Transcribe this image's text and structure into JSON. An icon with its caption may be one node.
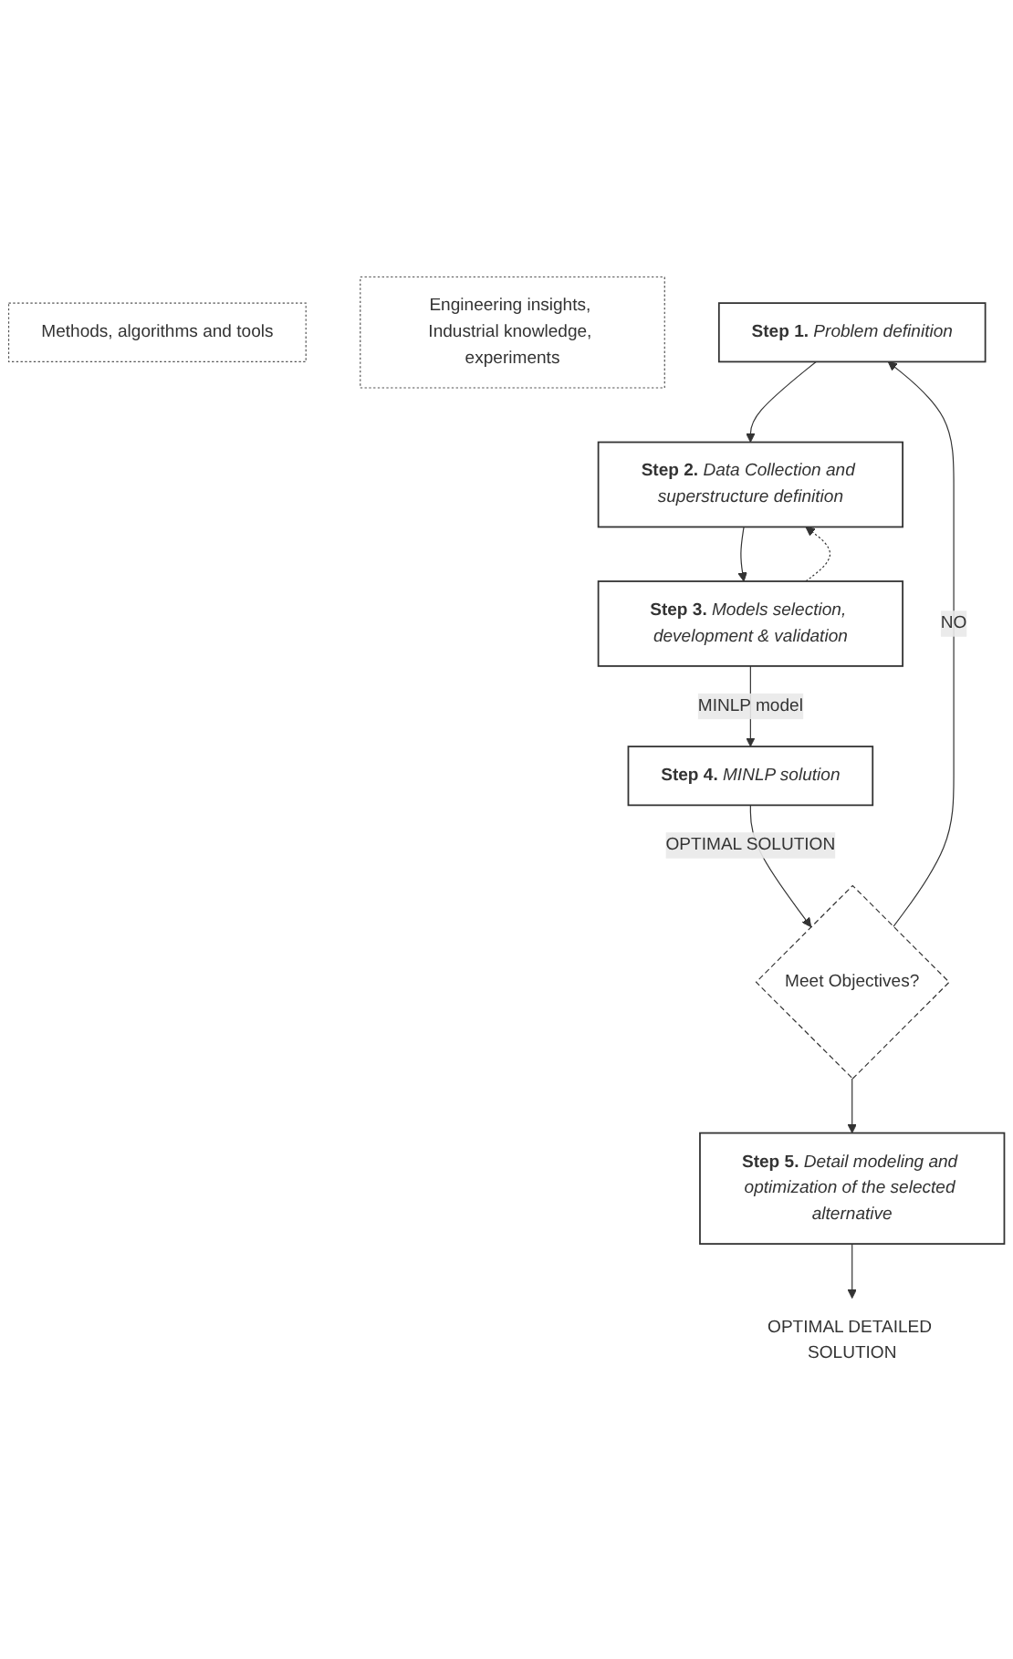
{
  "diagram": {
    "nodes": [
      {
        "text": [
          "Methods, algorithms and tools"
        ]
      },
      {
        "text": [
          "Engineering insights, Industrial knowledge, experiments"
        ]
      },
      {
        "text": [
          "Step 1.",
          "Problem definition"
        ]
      },
      {
        "text": [
          "Step 2.",
          "Data Collection and superstructure definition"
        ]
      },
      {
        "text": [
          "Step 3.",
          "Models selection, development & validation"
        ]
      },
      {
        "text": [
          "Step 4.",
          "MINLP solution"
        ]
      },
      {
        "text": [
          "Meet Objectives?"
        ]
      },
      {
        "text": [
          "Step 5.",
          "Detail modeling and optimization of the selected alternative"
        ]
      },
      {
        "text": [
          "OPTIMAL DETAILED SOLUTION"
        ]
      }
    ],
    "edges": [
      {
        "from": 2,
        "to": 3,
        "arrow": "to"
      },
      {
        "from": 3,
        "to": 4,
        "arrow": "to"
      },
      {
        "from": 4,
        "to": 3,
        "arrow": "to",
        "style": "dashed"
      },
      {
        "from": 4,
        "to": 5,
        "arrow": "to",
        "label": "MINLP model"
      },
      {
        "from": 5,
        "to": 6,
        "arrow": "to",
        "label": "OPTIMAL SOLUTION"
      },
      {
        "from": 6,
        "to": 7,
        "arrow": "to"
      },
      {
        "from": 6,
        "to": 2,
        "arrow": "to",
        "label": "NO"
      },
      {
        "from": 7,
        "to": 8,
        "arrow": "to"
      }
    ]
  }
}
